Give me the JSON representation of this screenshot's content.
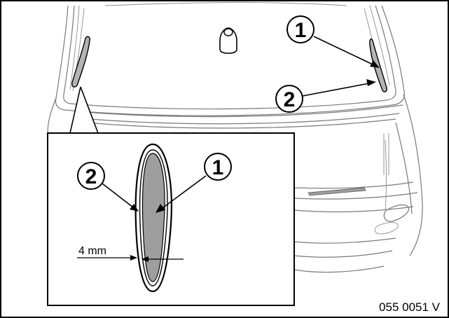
{
  "callouts": {
    "top_1": "1",
    "top_2": "2",
    "inset_1": "1",
    "inset_2": "2"
  },
  "dimension_label": "4 mm",
  "figure_code": "055 0051 V",
  "colors": {
    "drawing_line": "#7a7a7a",
    "panel_fill": "#9e9e9e",
    "highlight_fill": "#b3b3b3"
  }
}
